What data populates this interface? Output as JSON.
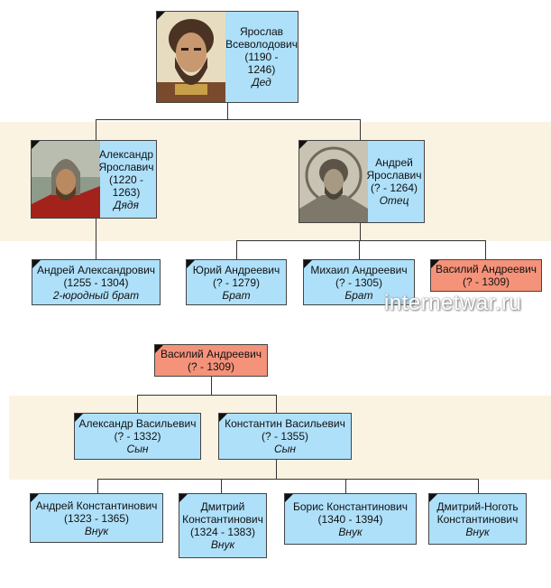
{
  "colors": {
    "node": "#aee0fa",
    "highlight": "#f4927a",
    "band": "#fbf3e2",
    "line": "#333333"
  },
  "tree1": {
    "root": {
      "name1": "Ярослав",
      "name2": "Всеволодович",
      "years1": "(1190 -",
      "years2": "1246)",
      "relation": "Дед",
      "portrait": "portrait-yaroslav"
    },
    "gen2": [
      {
        "name1": "Александр",
        "name2": "Ярославич",
        "years1": "(1220 -",
        "years2": "1263)",
        "relation": "Дядя",
        "portrait": "portrait-alexander"
      },
      {
        "name1": "Андрей",
        "name2": "Ярославич",
        "years1": "(? - 1264)",
        "relation": "Отец",
        "portrait": "portrait-andrey"
      }
    ],
    "gen3": [
      {
        "name": "Андрей Александрович",
        "years": "(1255 - 1304)",
        "relation": "2-юродный брат"
      },
      {
        "name": "Юрий Андреевич",
        "years": "(? - 1279)",
        "relation": "Брат"
      },
      {
        "name": "Михаил Андреевич",
        "years": "(? - 1305)",
        "relation": "Брат"
      },
      {
        "name": "Василий Андреевич",
        "years": "(? - 1309)",
        "highlighted": true
      }
    ]
  },
  "tree2": {
    "root": {
      "name": "Василий Андреевич",
      "years": "(? - 1309)",
      "highlighted": true
    },
    "gen2": [
      {
        "name": "Александр Васильевич",
        "years": "(? - 1332)",
        "relation": "Сын"
      },
      {
        "name": "Константин Васильевич",
        "years": "(? - 1355)",
        "relation": "Сын"
      }
    ],
    "gen3": [
      {
        "name": "Андрей Константинович",
        "years": "(1323 - 1365)",
        "relation": "Внук"
      },
      {
        "name1": "Дмитрий",
        "name2": "Константинович",
        "years": "(1324 - 1383)",
        "relation": "Внук"
      },
      {
        "name": "Борис Константинович",
        "years": "(1340 - 1394)",
        "relation": "Внук"
      },
      {
        "name1": "Дмитрий-Ноготь",
        "name2": "Константинович",
        "relation": "Внук"
      }
    ]
  },
  "watermark": "internetwar.ru"
}
